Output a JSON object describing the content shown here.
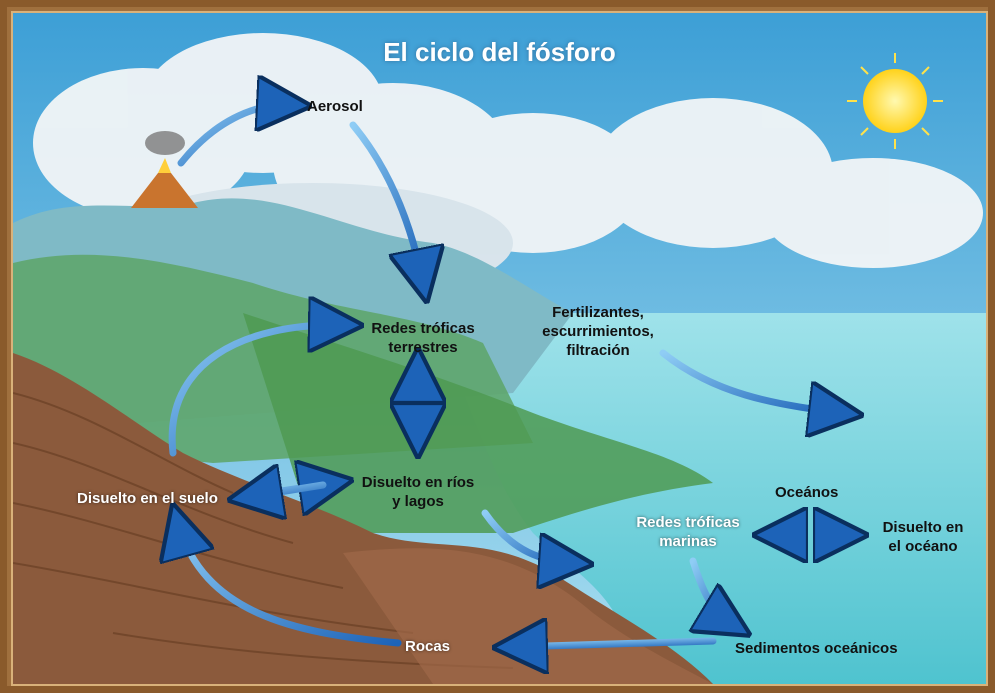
{
  "title": "El ciclo del fósforo",
  "labels": {
    "aerosol": "Aerosol",
    "terrestrial_food_webs_1": "Redes tróficas",
    "terrestrial_food_webs_2": "terrestres",
    "fertilizers_1": "Fertilizantes,",
    "fertilizers_2": "escurrimientos,",
    "fertilizers_3": "filtración",
    "dissolved_soil": "Disuelto en el suelo",
    "dissolved_rivers_1": "Disuelto en ríos",
    "dissolved_rivers_2": "y lagos",
    "oceans": "Oceános",
    "marine_food_webs_1": "Redes tróficas",
    "marine_food_webs_2": "marinas",
    "dissolved_ocean_1": "Disuelto en",
    "dissolved_ocean_2": "el océano",
    "rocks": "Rocas",
    "ocean_sediments": "Sedimentos oceánicos"
  },
  "colors": {
    "sky": "#5fb3de",
    "ocean": "#6fd0da",
    "land": "#8b5a3c",
    "arrow": "#2f7fd0",
    "sun": "#ffe23a"
  }
}
